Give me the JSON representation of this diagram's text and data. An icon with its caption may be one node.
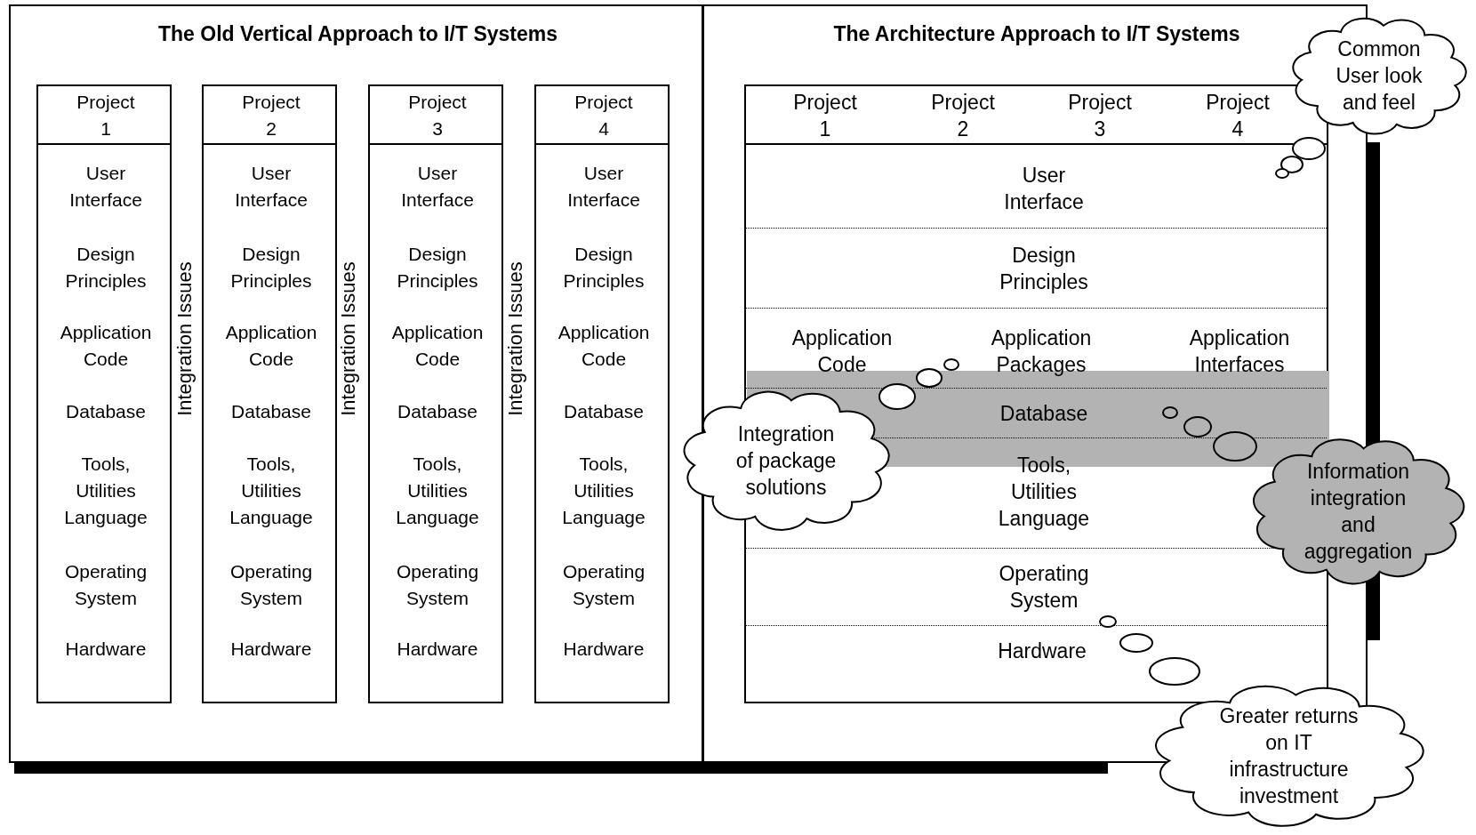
{
  "diagram": {
    "nodes": [
      {
        "text": [
          "The Old Vertical Approach to I/T Systems"
        ]
      },
      {
        "text": [
          "Project 1",
          "User Interface",
          "Design Principles",
          "Application Code",
          "Database",
          "Tools, Utilities Language",
          "Operating System",
          "Hardware"
        ],
        "in": 0
      },
      {
        "text": [
          "Project 2",
          "User Interface",
          "Design Principles",
          "Application Code",
          "Database",
          "Tools, Utilities Language",
          "Operating System",
          "Hardware"
        ],
        "in": 0
      },
      {
        "text": [
          "Project 3",
          "User Interface",
          "Design Principles",
          "Application Code",
          "Database",
          "Tools, Utilities Language",
          "Operating System",
          "Hardware"
        ],
        "in": 0
      },
      {
        "text": [
          "Project 4",
          "User Interface",
          "Design Principles",
          "Application Code",
          "Database",
          "Tools, Utilities Language",
          "Operating System",
          "Hardware"
        ],
        "in": 0
      },
      {
        "text": [
          "The Architecture Approach to I/T Systems"
        ]
      },
      {
        "text": [
          "Project 1",
          "Project 2",
          "Project 3",
          "Project 4",
          "User Interface",
          "Design Principles",
          "Application Code",
          "Application Packages",
          "Application Interfaces",
          "Tools, Utilities Language",
          "Operating System",
          "Hardware"
        ],
        "in": 5
      },
      {
        "text": [
          "Database"
        ],
        "in": 6
      },
      {
        "text": [
          "Common User look and feel"
        ]
      },
      {
        "text": [
          "Integration of package solutions"
        ]
      },
      {
        "text": [
          "Information integration and aggregation"
        ]
      },
      {
        "text": [
          "Greater returns on IT infrastructure investment"
        ]
      }
    ],
    "edges": [],
    "labels": [
      "Integration Issues",
      "Integration Issues",
      "Integration Issues"
    ]
  }
}
